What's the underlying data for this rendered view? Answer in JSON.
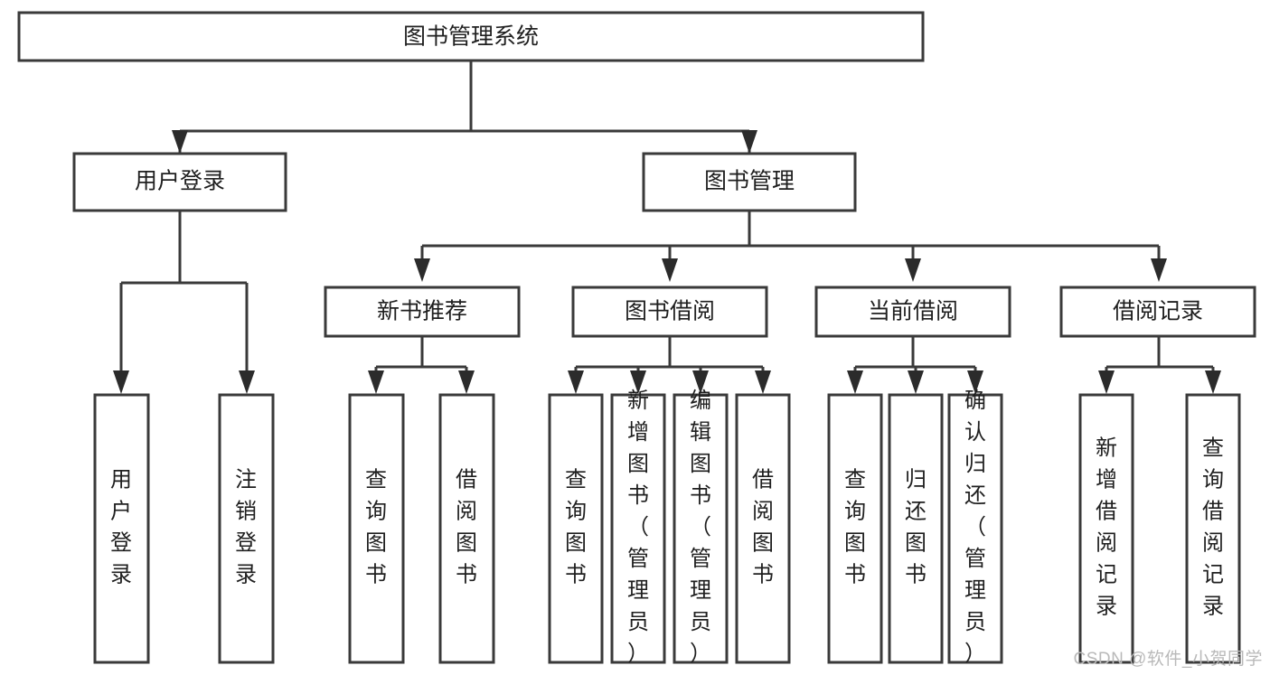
{
  "diagram": {
    "type": "tree-hierarchy",
    "title": "图书管理系统",
    "watermark": "CSDN @软件_小贺同学",
    "colors": {
      "box_stroke": "#3a3a3a",
      "box_fill": "#ffffff",
      "connector": "#3a3a3a",
      "text": "#1f1f1f",
      "watermark": "#b9b9b9"
    },
    "nodes": {
      "root": {
        "label": "图书管理系统"
      },
      "level2": [
        {
          "label": "用户登录"
        },
        {
          "label": "图书管理"
        }
      ],
      "level3": [
        {
          "label": "新书推荐"
        },
        {
          "label": "图书借阅"
        },
        {
          "label": "当前借阅"
        },
        {
          "label": "借阅记录"
        }
      ],
      "leaves": {
        "user_login": [
          {
            "label": "用户登录"
          },
          {
            "label": "注销登录"
          }
        ],
        "new_book_recommend": [
          {
            "label": "查询图书"
          },
          {
            "label": "借阅图书"
          }
        ],
        "book_borrow": [
          {
            "label": "查询图书"
          },
          {
            "label": "新增图书（管理员）"
          },
          {
            "label": "编辑图书（管理员）"
          },
          {
            "label": "借阅图书"
          }
        ],
        "current_borrow": [
          {
            "label": "查询图书"
          },
          {
            "label": "归还图书"
          },
          {
            "label": "确认归还（管理员）"
          }
        ],
        "borrow_records": [
          {
            "label": "新增借阅记录"
          },
          {
            "label": "查询借阅记录"
          }
        ]
      }
    }
  }
}
